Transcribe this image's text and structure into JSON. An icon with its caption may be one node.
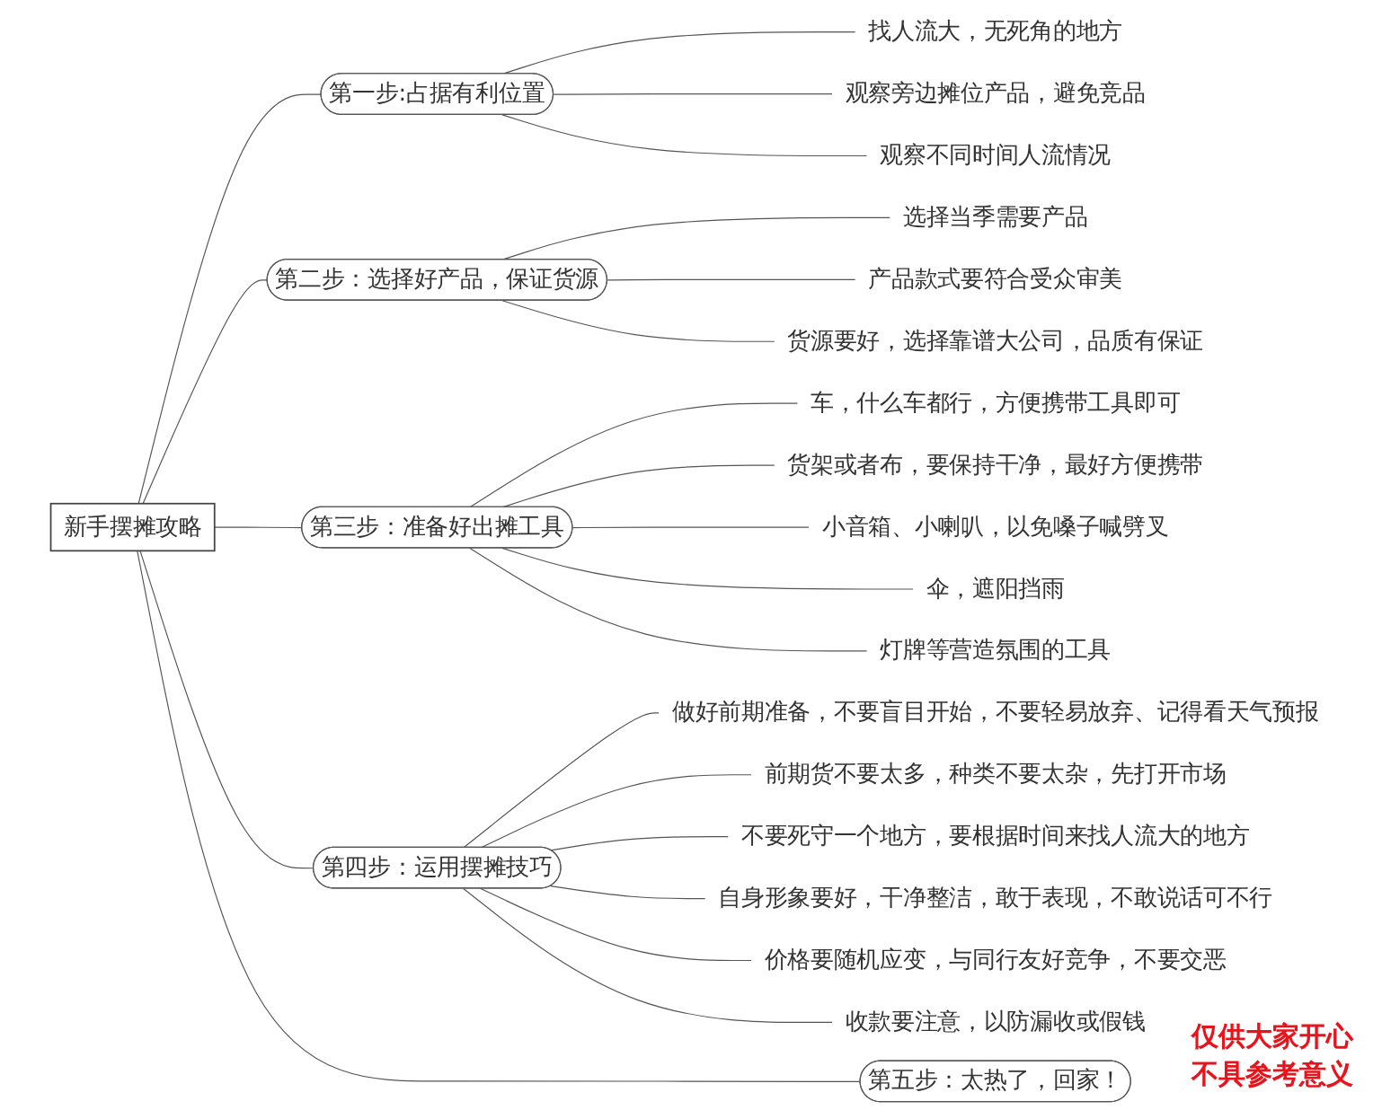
{
  "diagram": {
    "nodes": [
      {
        "text": [
          "新手摆摊攻略"
        ]
      },
      {
        "text": [
          "第一步:占据有利位置"
        ]
      },
      {
        "text": [
          "找人流大，无死角的地方"
        ]
      },
      {
        "text": [
          "观察旁边摊位产品，避免竞品"
        ]
      },
      {
        "text": [
          "观察不同时间人流情况"
        ]
      },
      {
        "text": [
          "第二步：选择好产品，保证货源"
        ]
      },
      {
        "text": [
          "选择当季需要产品"
        ]
      },
      {
        "text": [
          "产品款式要符合受众审美"
        ]
      },
      {
        "text": [
          "货源要好，选择靠谱大公司，品质有保证"
        ]
      },
      {
        "text": [
          "第三步：准备好出摊工具"
        ]
      },
      {
        "text": [
          "车，什么车都行，方便携带工具即可"
        ]
      },
      {
        "text": [
          "货架或者布，要保持干净，最好方便携带"
        ]
      },
      {
        "text": [
          "小音箱、小喇叭，以免嗓子喊劈叉"
        ]
      },
      {
        "text": [
          "伞，遮阳挡雨"
        ]
      },
      {
        "text": [
          "灯牌等营造氛围的工具"
        ]
      },
      {
        "text": [
          "第四步：运用摆摊技巧"
        ]
      },
      {
        "text": [
          "做好前期准备，不要盲目开始，不要轻易放弃、记得看天气预报"
        ]
      },
      {
        "text": [
          "前期货不要太多，种类不要太杂，先打开市场"
        ]
      },
      {
        "text": [
          "不要死守一个地方，要根据时间来找人流大的地方"
        ]
      },
      {
        "text": [
          "自身形象要好，干净整洁，敢于表现，不敢说话可不行"
        ]
      },
      {
        "text": [
          "价格要随机应变，与同行友好竞争，不要交恶"
        ]
      },
      {
        "text": [
          "收款要注意，以防漏收或假钱"
        ]
      },
      {
        "text": [
          "第五步：太热了，回家！"
        ]
      }
    ],
    "edges": [
      {
        "from": 0,
        "to": 1,
        "arrow": "none"
      },
      {
        "from": 1,
        "to": 2,
        "arrow": "none"
      },
      {
        "from": 1,
        "to": 3,
        "arrow": "none"
      },
      {
        "from": 1,
        "to": 4,
        "arrow": "none"
      },
      {
        "from": 0,
        "to": 5,
        "arrow": "none"
      },
      {
        "from": 5,
        "to": 6,
        "arrow": "none"
      },
      {
        "from": 5,
        "to": 7,
        "arrow": "none"
      },
      {
        "from": 5,
        "to": 8,
        "arrow": "none"
      },
      {
        "from": 0,
        "to": 9,
        "arrow": "none"
      },
      {
        "from": 9,
        "to": 10,
        "arrow": "none"
      },
      {
        "from": 9,
        "to": 11,
        "arrow": "none"
      },
      {
        "from": 9,
        "to": 12,
        "arrow": "none"
      },
      {
        "from": 9,
        "to": 13,
        "arrow": "none"
      },
      {
        "from": 9,
        "to": 14,
        "arrow": "none"
      },
      {
        "from": 0,
        "to": 15,
        "arrow": "none"
      },
      {
        "from": 15,
        "to": 16,
        "arrow": "none"
      },
      {
        "from": 15,
        "to": 17,
        "arrow": "none"
      },
      {
        "from": 15,
        "to": 18,
        "arrow": "none"
      },
      {
        "from": 15,
        "to": 19,
        "arrow": "none"
      },
      {
        "from": 15,
        "to": 20,
        "arrow": "none"
      },
      {
        "from": 15,
        "to": 21,
        "arrow": "none"
      },
      {
        "from": 0,
        "to": 22,
        "arrow": "none"
      }
    ],
    "labels": [
      "仅供大家开心",
      "不具参考意义"
    ]
  }
}
